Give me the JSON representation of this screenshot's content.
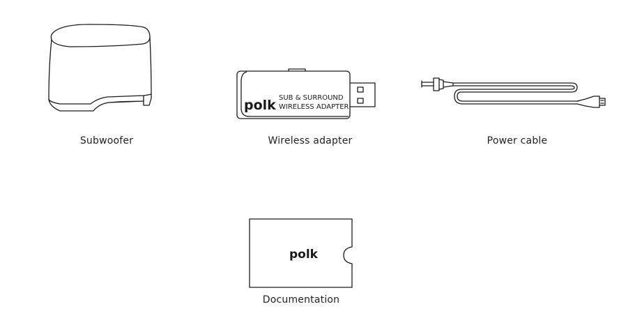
{
  "items": {
    "subwoofer": {
      "label": "Subwoofer"
    },
    "adapter": {
      "label": "Wireless adapter",
      "brand": "polk",
      "text_line1": "SUB & SURROUND",
      "text_line2": "WIRELESS ADAPTER"
    },
    "power_cable": {
      "label": "Power cable"
    },
    "documentation": {
      "label": "Documentation",
      "brand": "polk"
    }
  }
}
